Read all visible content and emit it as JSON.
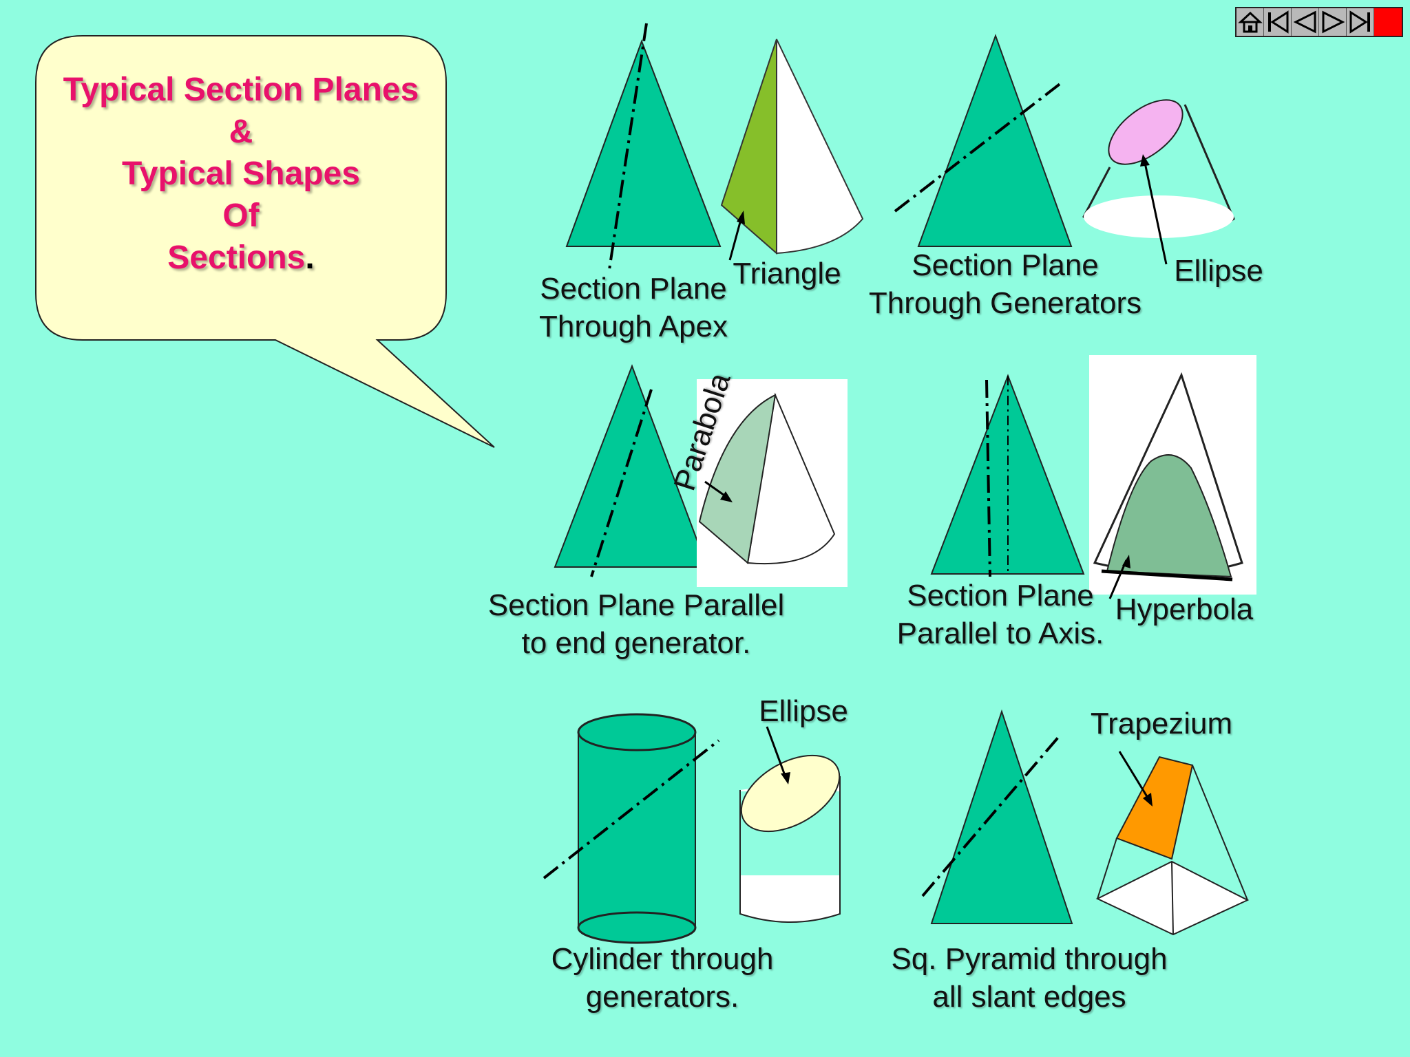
{
  "callout": {
    "lines": [
      "Typical Section Planes",
      "&",
      "Typical Shapes",
      "Of",
      "Sections"
    ],
    "period": "."
  },
  "labels": {
    "apex_plane": [
      "Section Plane",
      "Through Apex"
    ],
    "triangle": "Triangle",
    "generators_plane": [
      "Section Plane",
      "Through Generators"
    ],
    "ellipse_top": "Ellipse",
    "parabola": "Parabola",
    "end_generator_plane": [
      "Section Plane Parallel",
      "to end generator."
    ],
    "axis_plane": [
      "Section Plane",
      "Parallel to Axis."
    ],
    "hyperbola": "Hyperbola",
    "ellipse_bottom": "Ellipse",
    "cylinder_plane": [
      "Cylinder through",
      "generators."
    ],
    "trapezium": "Trapezium",
    "pyramid_plane": [
      "Sq. Pyramid through",
      "all slant edges"
    ]
  },
  "nav": {
    "buttons": [
      "home-icon",
      "first-slide-icon",
      "previous-slide-icon",
      "next-slide-icon",
      "last-slide-icon",
      "stop-icon"
    ]
  },
  "colors": {
    "background": "#8ffde0",
    "solid_fill": "#00c997",
    "callout_fill": "#ffffcc",
    "title_text": "#e8116b",
    "triangle_section": "#86bf2a",
    "ellipse_section": "#f5b3f0",
    "trapezium_section": "#ff9900"
  }
}
